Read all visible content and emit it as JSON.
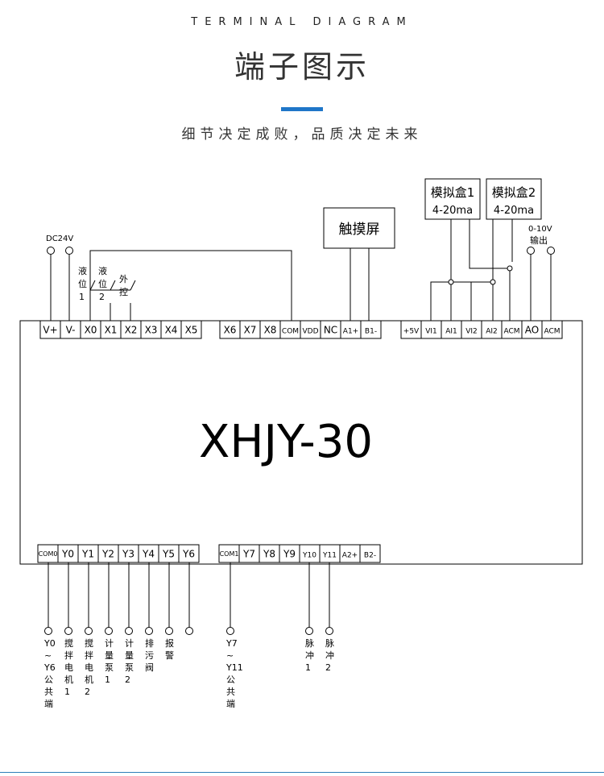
{
  "header": {
    "eyebrow": "TERMINAL DIAGRAM",
    "title": "端子图示",
    "subtitle": "细节决定成败，品质决定未来",
    "accent_color": "#1f76c8"
  },
  "device": {
    "model": "XHJY-30"
  },
  "top_terminals": {
    "group1": [
      "V+",
      "V-",
      "X0",
      "X1",
      "X2",
      "X3",
      "X4",
      "X5"
    ],
    "group2": [
      "X6",
      "X7",
      "X8",
      "COM",
      "VDD",
      "NC",
      "A1+",
      "B1-"
    ],
    "group3": [
      "+5V",
      "VI1",
      "AI1",
      "VI2",
      "AI2",
      "ACM",
      "AO",
      "ACM"
    ]
  },
  "bottom_terminals": {
    "group1": [
      "COM0",
      "Y0",
      "Y1",
      "Y2",
      "Y3",
      "Y4",
      "Y5",
      "Y6"
    ],
    "group2": [
      "COM1",
      "Y7",
      "Y8",
      "Y9",
      "Y10",
      "Y11",
      "A2+",
      "B2-"
    ]
  },
  "top_labels": {
    "dc24v": "DC24V",
    "level1": "液位1",
    "level2": "液位2",
    "external": "外控",
    "touchscreen": "触摸屏",
    "analog_box1": "模拟盒1",
    "analog_box1_range": "4-20ma",
    "analog_box2": "模拟盒2",
    "analog_box2_range": "4-20ma",
    "output_range": "0-10V",
    "output_label": "输出"
  },
  "bottom_labels": {
    "com0": "Y0~Y6公共端",
    "y0": "搅拌电机1",
    "y1": "搅拌电机2",
    "y2": "计量泵1",
    "y3": "计量泵2",
    "y4": "排污阀",
    "y5": "报警",
    "com1": "Y7~Y11公共端",
    "y10": "脉冲1",
    "y11": "脉冲2"
  }
}
